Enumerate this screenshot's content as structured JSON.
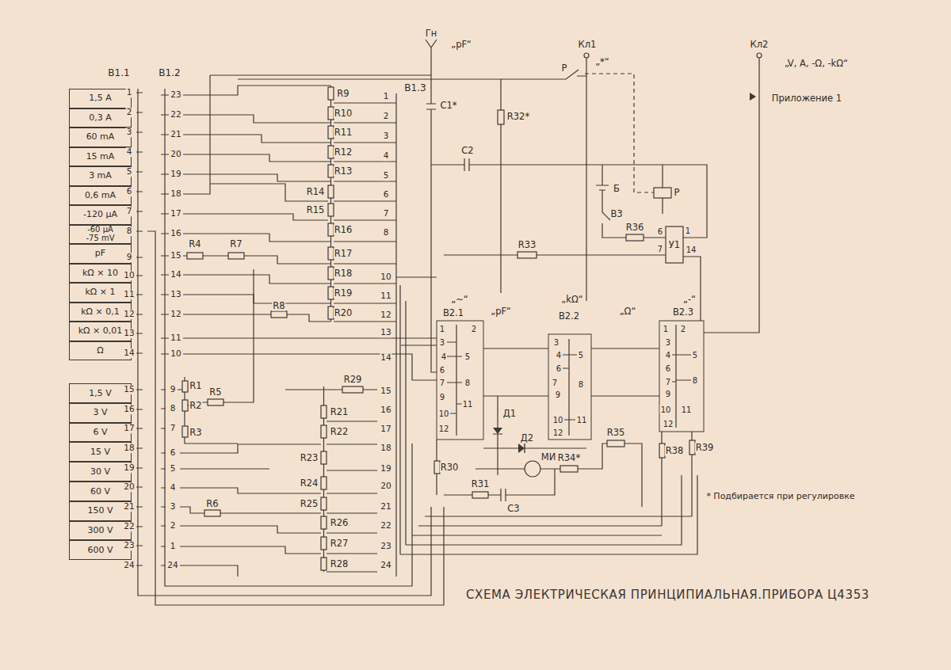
{
  "diagram": {
    "title": "СХЕМА ЭЛЕКТРИЧЕСКАЯ ПРИНЦИПИАЛЬНАЯ.ПРИБОРА Ц4353",
    "nodes": [
      {
        "text": [
          "1,5 A"
        ]
      },
      {
        "text": [
          "0,3 A"
        ]
      },
      {
        "text": [
          "60 mA"
        ]
      },
      {
        "text": [
          "15 mA"
        ]
      },
      {
        "text": [
          "3 mA"
        ]
      },
      {
        "text": [
          "0,6 mA"
        ]
      },
      {
        "text": [
          "-120 μA"
        ]
      },
      {
        "text": [
          "-60 μA -75 mV"
        ]
      },
      {
        "text": [
          "pF"
        ]
      },
      {
        "text": [
          "kΩ × 10"
        ]
      },
      {
        "text": [
          "kΩ × 1"
        ]
      },
      {
        "text": [
          "kΩ × 0,1"
        ]
      },
      {
        "text": [
          "kΩ × 0,01"
        ]
      },
      {
        "text": [
          "Ω"
        ]
      },
      {
        "text": [
          "1,5 V"
        ]
      },
      {
        "text": [
          "3 V"
        ]
      },
      {
        "text": [
          "6 V"
        ]
      },
      {
        "text": [
          "15 V"
        ]
      },
      {
        "text": [
          "30 V"
        ]
      },
      {
        "text": [
          "60 V"
        ]
      },
      {
        "text": [
          "150 V"
        ]
      },
      {
        "text": [
          "300 V"
        ]
      },
      {
        "text": [
          "600 V"
        ]
      }
    ],
    "labels": [
      "В1.1",
      "В1.2",
      "В1.3",
      "1",
      "2",
      "3",
      "4",
      "5",
      "6",
      "7",
      "8",
      "9",
      "10",
      "11",
      "12",
      "13",
      "14",
      "15",
      "16",
      "17",
      "18",
      "19",
      "20",
      "21",
      "22",
      "23",
      "24",
      "23",
      "22",
      "21",
      "20",
      "19",
      "18",
      "17",
      "16",
      "15",
      "14",
      "13",
      "12",
      "11",
      "10",
      "9",
      "8",
      "7",
      "6",
      "5",
      "4",
      "3",
      "2",
      "1",
      "24",
      "1",
      "2",
      "3",
      "4",
      "5",
      "6",
      "7",
      "8",
      "10",
      "11",
      "12",
      "13",
      "14",
      "15",
      "16",
      "17",
      "18",
      "19",
      "20",
      "21",
      "22",
      "23",
      "24",
      "R9",
      "R10",
      "R11",
      "R12",
      "R13",
      "R14",
      "R15",
      "R16",
      "R17",
      "R18",
      "R19",
      "R20",
      "R21",
      "R22",
      "R23",
      "R24",
      "R25",
      "R26",
      "R27",
      "R28",
      "R1",
      "R2",
      "R3",
      "R4",
      "R5",
      "R6",
      "R7",
      "R8",
      "R29",
      "R30",
      "R31",
      "C3",
      "R32*",
      "C1*",
      "C2",
      "R33",
      "R34*",
      "R35",
      "R36",
      "R38",
      "R39",
      "Д1",
      "Д2",
      "МИ",
      "Б",
      "Р",
      "Р",
      "В3",
      "У1",
      "6",
      "1",
      "7",
      "14",
      "Кл1",
      "„*“",
      "Кл2",
      "„V, A, -Ω, -kΩ“",
      "Приложение 1",
      "Гн",
      "„pF“",
      "* Подбирается при регулировке",
      "„~“",
      "В2.1",
      "„pF“",
      "„kΩ“",
      "В2.2",
      "„Ω“",
      "„-“",
      "В2.3",
      "1",
      "2",
      "3",
      "4",
      "5",
      "6",
      "7",
      "8",
      "9",
      "10",
      "11",
      "12",
      "3",
      "4",
      "5",
      "6",
      "7",
      "8",
      "9",
      "10",
      "11",
      "12",
      "1",
      "2",
      "3",
      "4",
      "5",
      "6",
      "7",
      "8",
      "9",
      "10",
      "11",
      "12"
    ]
  }
}
